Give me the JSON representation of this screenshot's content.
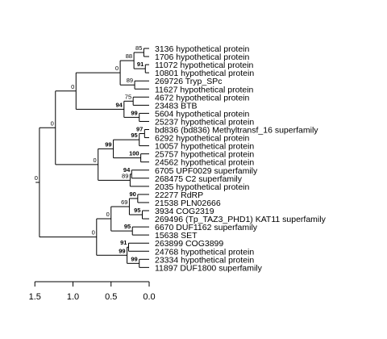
{
  "colors": {
    "line": "#000000",
    "text": "#000000",
    "background": "#ffffff"
  },
  "tree": {
    "leaves": [
      {
        "id": "L0",
        "label": "3136 hypothetical protein"
      },
      {
        "id": "L1",
        "label": "1706 hypothetical protein"
      },
      {
        "id": "L2",
        "label": "11072 hypothetical protein"
      },
      {
        "id": "L3",
        "label": "10801 hypothetical protein"
      },
      {
        "id": "L4",
        "label": "269726 Tryp_SPc"
      },
      {
        "id": "L5",
        "label": "11627 hypothetical protein"
      },
      {
        "id": "L6",
        "label": "4672 hypothetical protein"
      },
      {
        "id": "L7",
        "label": "23483 BTB"
      },
      {
        "id": "L8",
        "label": "5604 hypothetical protein"
      },
      {
        "id": "L9",
        "label": "25237 hypothetical protein"
      },
      {
        "id": "L10",
        "label": "bd836 (bd836) Methyltransf_16 superfamily"
      },
      {
        "id": "L11",
        "label": "6292 hypothetical protein"
      },
      {
        "id": "L12",
        "label": "10057 hypothetical protein"
      },
      {
        "id": "L13",
        "label": "25757 hypothetical protein"
      },
      {
        "id": "L14",
        "label": "24562 hypothetical protein"
      },
      {
        "id": "L15",
        "label": "6705 UPF0029 superfamily"
      },
      {
        "id": "L16",
        "label": "268475 C2 superfamily"
      },
      {
        "id": "L17",
        "label": "2035 hypothetical protein"
      },
      {
        "id": "L18",
        "label": "22277 RdRP"
      },
      {
        "id": "L19",
        "label": "21538 PLN02666"
      },
      {
        "id": "L20",
        "label": "3934 COG2319"
      },
      {
        "id": "L21",
        "label": "269496 (Tp_TAZ3_PHD1) KAT11 superfamily"
      },
      {
        "id": "L22",
        "label": "6670 DUF1162 superfamily"
      },
      {
        "id": "L23",
        "label": "15638 SET"
      },
      {
        "id": "L24",
        "label": "263899 COG3899"
      },
      {
        "id": "L25",
        "label": "24768 hypothetical protein"
      },
      {
        "id": "L26",
        "label": "23334 hypothetical protein"
      },
      {
        "id": "L27",
        "label": "11897 DUF1800 superfamily"
      }
    ],
    "nodes": [
      {
        "id": "n0",
        "depth": 0.07,
        "children": [
          "L0",
          "L1"
        ],
        "support": "85",
        "bold": false
      },
      {
        "id": "n1",
        "depth": 0.2,
        "children": [
          "n0",
          "n2"
        ],
        "support": "88",
        "bold": false
      },
      {
        "id": "n2",
        "depth": 0.05,
        "children": [
          "L2",
          "L3"
        ],
        "support": "91",
        "bold": true
      },
      {
        "id": "n3",
        "depth": 0.19,
        "children": [
          "L4",
          "L5"
        ],
        "support": "89",
        "bold": false
      },
      {
        "id": "n4",
        "depth": 0.38,
        "children": [
          "n1",
          "n3"
        ],
        "support": "0",
        "bold": false
      },
      {
        "id": "n5",
        "depth": 0.21,
        "children": [
          "L6",
          "L7"
        ],
        "support": "75",
        "bold": false
      },
      {
        "id": "n6",
        "depth": 0.13,
        "children": [
          "L8",
          "L9"
        ],
        "support": "99",
        "bold": true
      },
      {
        "id": "n7",
        "depth": 0.33,
        "children": [
          "n5",
          "n6"
        ],
        "support": "94",
        "bold": true
      },
      {
        "id": "n8",
        "depth": 0.96,
        "children": [
          "n4",
          "n7"
        ],
        "support": "0",
        "bold": false
      },
      {
        "id": "n9",
        "depth": 0.06,
        "children": [
          "L10",
          "L11"
        ],
        "support": "97",
        "bold": true
      },
      {
        "id": "n10",
        "depth": 0.13,
        "children": [
          "n9",
          "L12"
        ],
        "support": "95",
        "bold": true
      },
      {
        "id": "n11",
        "depth": 0.11,
        "children": [
          "L13",
          "L14"
        ],
        "support": "100",
        "bold": true
      },
      {
        "id": "n12",
        "depth": 0.47,
        "children": [
          "n10",
          "n11"
        ],
        "support": "99",
        "bold": true
      },
      {
        "id": "n13",
        "depth": 0.23,
        "children": [
          "L15",
          "L16"
        ],
        "support": "94",
        "bold": true
      },
      {
        "id": "n14",
        "depth": 0.25,
        "children": [
          "n13",
          "L17"
        ],
        "support": "89",
        "bold": false
      },
      {
        "id": "n15",
        "depth": 0.67,
        "children": [
          "n12",
          "n14"
        ],
        "support": "0",
        "bold": false
      },
      {
        "id": "n16",
        "depth": 1.23,
        "children": [
          "n8",
          "n15"
        ],
        "support": "0",
        "bold": false
      },
      {
        "id": "n17",
        "depth": 0.15,
        "children": [
          "L18",
          "L19"
        ],
        "support": "90",
        "bold": true
      },
      {
        "id": "n18",
        "depth": 0.09,
        "children": [
          "L20",
          "L21"
        ],
        "support": "95",
        "bold": true
      },
      {
        "id": "n19",
        "depth": 0.26,
        "children": [
          "n17",
          "n18"
        ],
        "support": "69",
        "bold": false
      },
      {
        "id": "n20",
        "depth": 0.22,
        "children": [
          "L22",
          "L23"
        ],
        "support": "95",
        "bold": true
      },
      {
        "id": "n21",
        "depth": 0.5,
        "children": [
          "n19",
          "n20"
        ],
        "support": "0",
        "bold": false
      },
      {
        "id": "n22",
        "depth": 0.27,
        "children": [
          "L24",
          "L25"
        ],
        "support": "91",
        "bold": true
      },
      {
        "id": "n23",
        "depth": 0.13,
        "children": [
          "L26",
          "L27"
        ],
        "support": "99",
        "bold": true
      },
      {
        "id": "n24",
        "depth": 0.29,
        "children": [
          "n22",
          "n23"
        ],
        "support": "99",
        "bold": true
      },
      {
        "id": "n25",
        "depth": 0.69,
        "children": [
          "n21",
          "n24"
        ],
        "support": "0",
        "bold": false
      },
      {
        "id": "n26",
        "depth": 1.44,
        "children": [
          "n16",
          "n25"
        ],
        "support": "0",
        "bold": false
      }
    ],
    "root": "n26",
    "root_stub": 0.05,
    "axis": {
      "min": 0.0,
      "max": 1.5,
      "reversed": true,
      "ticks": [
        {
          "value": 1.5,
          "label": "1.5"
        },
        {
          "value": 1.0,
          "label": "1.0"
        },
        {
          "value": 0.5,
          "label": "0.5"
        },
        {
          "value": 0.0,
          "label": "0.0"
        }
      ]
    }
  }
}
